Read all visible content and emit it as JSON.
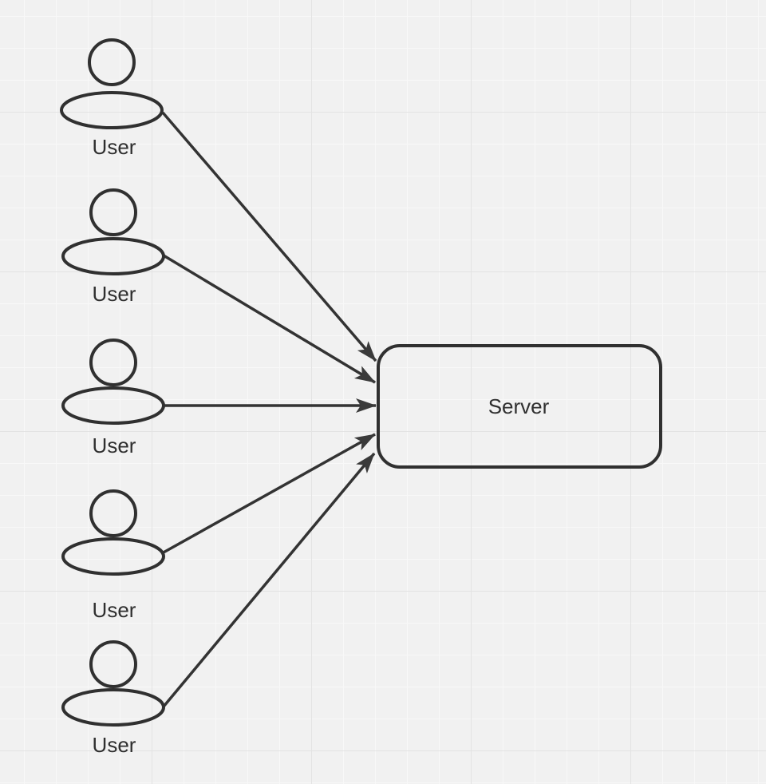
{
  "diagram": {
    "type": "use-case / client-server diagram",
    "actors": [
      {
        "label": "User"
      },
      {
        "label": "User"
      },
      {
        "label": "User"
      },
      {
        "label": "User"
      },
      {
        "label": "User"
      }
    ],
    "server": {
      "label": "Server"
    },
    "connections": [
      {
        "from": "actor-user-1",
        "to": "server-node",
        "arrow": "filled-triangle"
      },
      {
        "from": "actor-user-2",
        "to": "server-node",
        "arrow": "filled-triangle"
      },
      {
        "from": "actor-user-3",
        "to": "server-node",
        "arrow": "filled-triangle"
      },
      {
        "from": "actor-user-4",
        "to": "server-node",
        "arrow": "filled-triangle"
      },
      {
        "from": "actor-user-5",
        "to": "server-node",
        "arrow": "filled-triangle"
      }
    ],
    "colors": {
      "canvas_background": "#f1f1f1",
      "grid_minor_line": "#f8f8f8",
      "grid_major_line": "#e3e3e3",
      "shape_stroke": "#303030",
      "text": "#2f2f2f",
      "arrowhead_fill": "#3a3a3a"
    }
  }
}
